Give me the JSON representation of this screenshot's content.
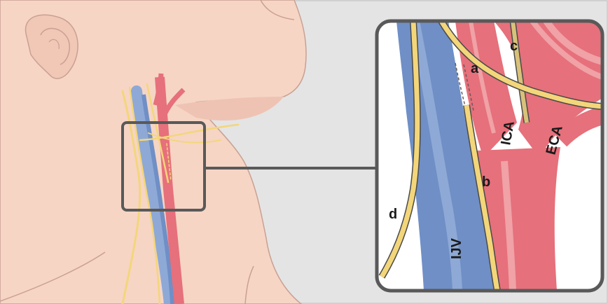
{
  "labels": {
    "a": "a",
    "b": "b",
    "c": "c",
    "d": "d",
    "ica": "ICA",
    "eca": "ECA",
    "ijv": "IJV"
  },
  "colors": {
    "background": "#e4e4e4",
    "skin": "#f6d5c5",
    "skin_shadow": "#e8b8a8",
    "outline": "#c9a093",
    "vein": "#6f8fc6",
    "vein_light": "#8fa9d6",
    "artery": "#e6707b",
    "artery_light": "#f0a2a6",
    "nerve": "#f3d67a",
    "nerve_outline": "#4a4a4a",
    "frame": "#595959"
  }
}
